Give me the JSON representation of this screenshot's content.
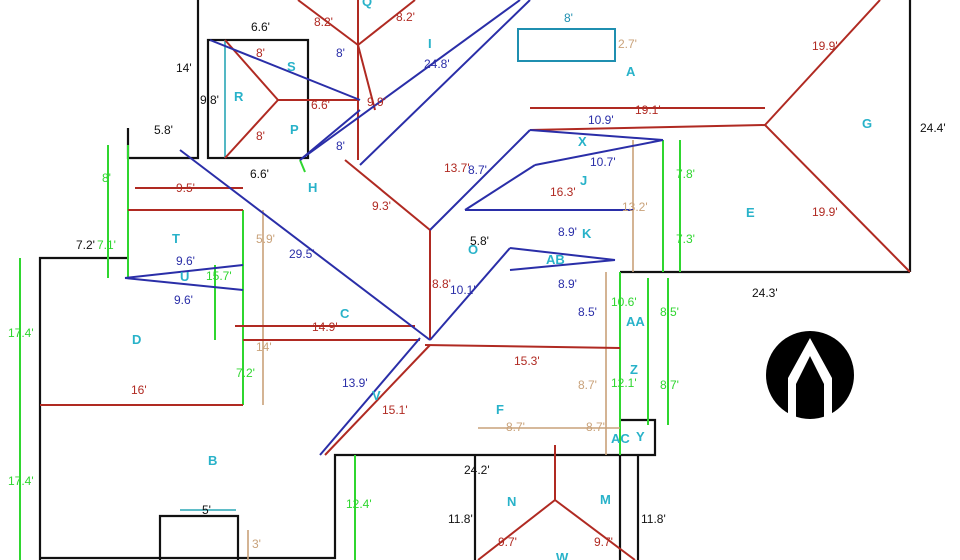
{
  "colors": {
    "wall": "#111111",
    "ridge": "#b02a22",
    "valley": "#2a2ea8",
    "eave": "#2fd62f",
    "rake": "#c9a27a",
    "region_label": "#28b2c9"
  },
  "compass": {
    "icon": "north-arrow-icon"
  },
  "regions": {
    "Q": "Q",
    "I": "I",
    "A": "A",
    "G": "G",
    "R": "R",
    "S": "S",
    "P": "P",
    "H": "H",
    "X": "X",
    "J": "J",
    "E": "E",
    "T": "T",
    "U": "U",
    "O": "O",
    "K": "K",
    "AB": "AB",
    "D": "D",
    "C": "C",
    "AA": "AA",
    "Z": "Z",
    "V": "V",
    "F": "F",
    "AC": "AC",
    "Y": "Y",
    "B": "B",
    "N": "N",
    "M": "M",
    "W": "W"
  },
  "dimensions": {
    "d_6_6_top": "6.6'",
    "d_8_2": "8.2'",
    "d_8_2b": "8.2'",
    "d_8_top": "8'",
    "d_2_7": "2.7'",
    "d_19_9_top": "19.9'",
    "d_14": "14'",
    "d_8_s": "8'",
    "d_8_s2": "8'",
    "d_24_8": "24.8'",
    "d_9_8": "9.8'",
    "d_9_9": "9.9'",
    "d_6_6_mid": "6.6'",
    "d_19_1": "19.1'",
    "d_24_4": "24.4'",
    "d_5_8": "5.8'",
    "d_8_p": "8'",
    "d_8_h": "8'",
    "d_10_9": "10.9'",
    "d_6_6_bot": "6.6'",
    "d_13_7": "13.7'",
    "d_8_7x": "8.7'",
    "d_10_7": "10.7'",
    "d_7_8": "7.8'",
    "d_8_left": "8'",
    "d_9_5": "9.5'",
    "d_16_3": "16.3'",
    "d_13_2": "13.2'",
    "d_19_9_bot": "19.9'",
    "d_9_3": "9.3'",
    "d_5_9": "5.9'",
    "d_7_2_top": "7.2'",
    "d_7_1": "7.1'",
    "d_5_8b": "5.8'",
    "d_8_9_top": "8.9'",
    "d_7_3": "7.3'",
    "d_29_5": "29.5'",
    "d_9_6_top": "9.6'",
    "d_15_7": "15.7'",
    "d_8_8": "8.8'",
    "d_10_1": "10.1'",
    "d_8_9_bot": "8.9'",
    "d_24_3": "24.3'",
    "d_9_6_bot": "9.6'",
    "d_10_6": "10.6'",
    "d_8_5_left": "8.5'",
    "d_8_5_right": "8.5'",
    "d_17_4_top": "17.4'",
    "d_14_9": "14.9'",
    "d_14_left": "14'",
    "d_7_2_mid": "7.2'",
    "d_15_3": "15.3'",
    "d_13_9": "13.9'",
    "d_8_7_left": "8.7'",
    "d_12_1": "12.1'",
    "d_8_7_right": "8.7'",
    "d_16": "16'",
    "d_15_1": "15.1'",
    "d_8_7_f1": "8.7'",
    "d_8_7_f2": "8.7'",
    "d_24_2": "24.2'",
    "d_17_4_bot": "17.4'",
    "d_12_4": "12.4'",
    "d_5_b": "5'",
    "d_3": "3'",
    "d_11_8_left": "11.8'",
    "d_11_8_right": "11.8'",
    "d_9_7_left": "9.7'",
    "d_9_7_right": "9.7'"
  }
}
